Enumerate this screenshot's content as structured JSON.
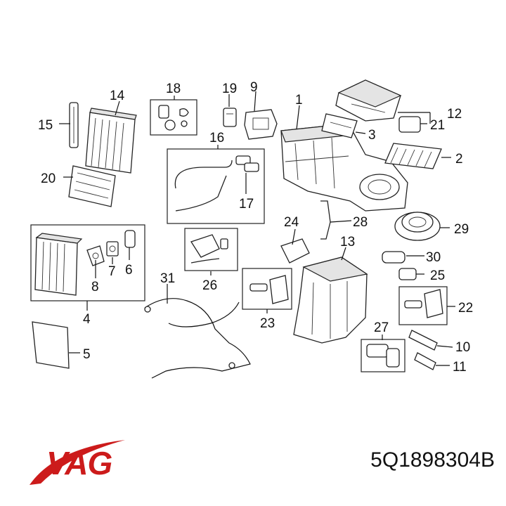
{
  "brand": {
    "name": "VAG",
    "color": "#cc1b1b"
  },
  "part_number": "5Q1898304B",
  "callouts": [
    "1",
    "2",
    "3",
    "4",
    "5",
    "6",
    "7",
    "8",
    "9",
    "10",
    "11",
    "12",
    "13",
    "14",
    "15",
    "16",
    "17",
    "18",
    "19",
    "20",
    "21",
    "22",
    "23",
    "24",
    "25",
    "26",
    "27",
    "28",
    "29",
    "30",
    "31"
  ]
}
